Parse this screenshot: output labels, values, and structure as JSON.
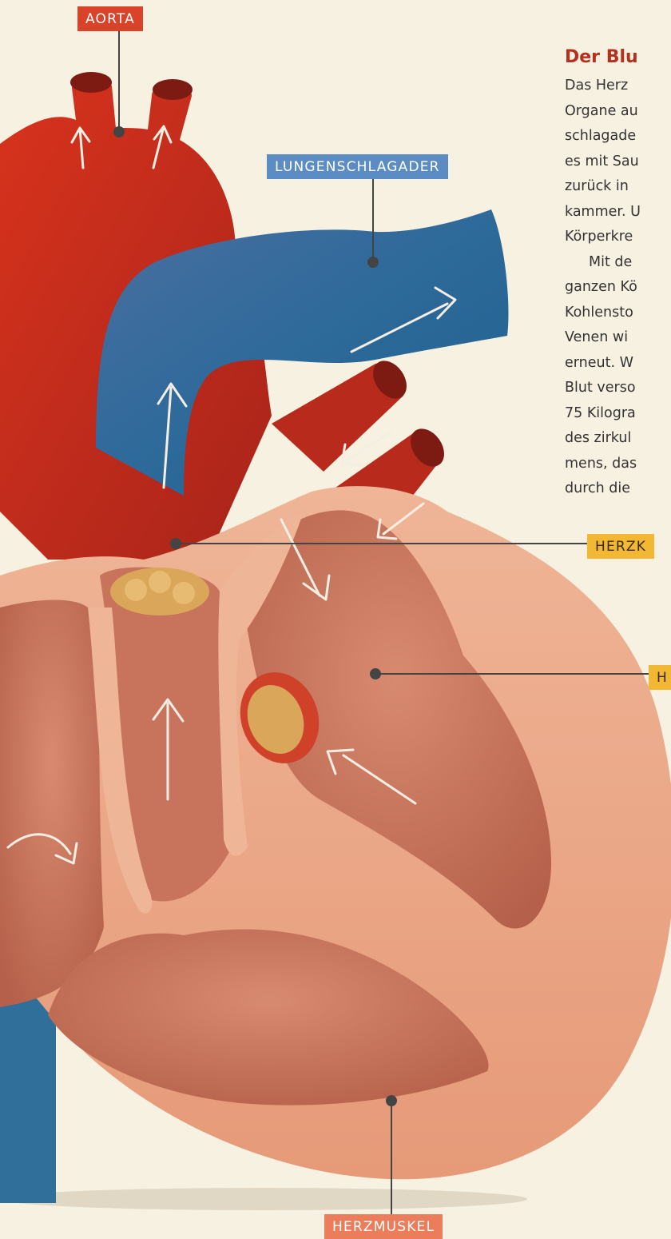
{
  "labels": {
    "aorta": "AORTA",
    "pulmonary_artery": "LUNGENSCHLAGADER",
    "heart_valve": "HERZK",
    "h_label": "H",
    "heart_muscle": "HERZMUSKEL"
  },
  "article": {
    "title": "Der Blu",
    "lines": [
      "Das Herz",
      "Organe au",
      "schlagade",
      "es mit Sau",
      "zurück in",
      "kammer. U",
      "Körperkre",
      "Mit de",
      "ganzen Kö",
      "Kohlensto",
      "Venen wi",
      "erneut. W",
      "Blut verso",
      "75 Kilogra",
      "des zirkul",
      "mens, das",
      "durch die"
    ]
  },
  "colors": {
    "background": "#f7f1e2",
    "aorta_red": "#c82c19",
    "vein_blue": "#2f6f9a",
    "muscle_salmon": "#e9a382",
    "chamber": "#c3705a",
    "valve_gold": "#d9a65a",
    "title_red": "#b5311e"
  }
}
